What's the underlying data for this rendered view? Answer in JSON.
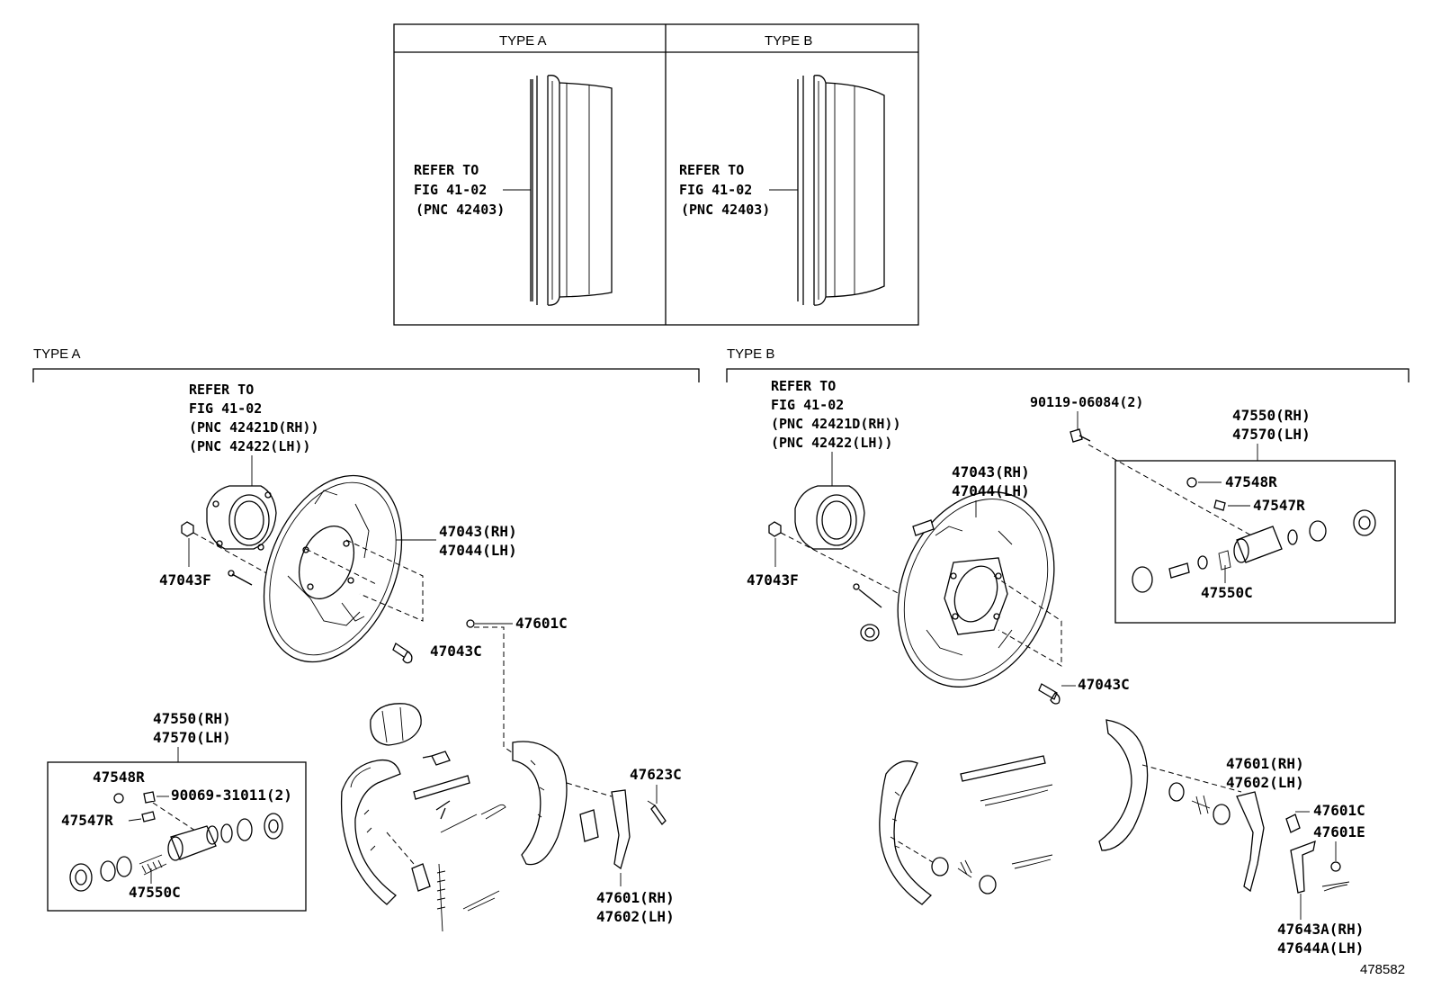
{
  "image_id": "478582",
  "top_panel": {
    "type_a": {
      "header": "TYPE A",
      "ref_lines": [
        "REFER TO",
        "FIG 41-02",
        "(PNC 42403)"
      ]
    },
    "type_b": {
      "header": "TYPE B",
      "ref_lines": [
        "REFER TO",
        "FIG 41-02",
        "(PNC 42403)"
      ]
    }
  },
  "type_a": {
    "header": "TYPE A",
    "ref_lines": [
      "REFER TO",
      "FIG 41-02",
      "(PNC 42421D(RH))",
      "(PNC 42422(LH))"
    ],
    "labels": {
      "backing_plate_rh": "47043(RH)",
      "backing_plate_lh": "47044(LH)",
      "bolt_f": "47043F",
      "bolt_c": "47043C",
      "c_clip": "47601C",
      "cyl_rh": "47550(RH)",
      "cyl_lh": "47570(LH)",
      "bleeder_cap": "47548R",
      "bleeder_plug": "47547R",
      "cyl_bolt": "90069-31011(2)",
      "cyl_kit": "47550C",
      "pin": "47623C",
      "lever_rh": "47601(RH)",
      "lever_lh": "47602(LH)"
    }
  },
  "type_b": {
    "header": "TYPE B",
    "ref_lines": [
      "REFER TO",
      "FIG 41-02",
      "(PNC 42421D(RH))",
      "(PNC 42422(LH))"
    ],
    "labels": {
      "bolt": "90119-06084(2)",
      "cyl_rh": "47550(RH)",
      "cyl_lh": "47570(LH)",
      "plate_rh": "47043(RH)",
      "plate_lh": "47044(LH)",
      "bleeder_cap": "47548R",
      "bleeder_plug": "47547R",
      "cyl_kit": "47550C",
      "bolt_f": "47043F",
      "bolt_c": "47043C",
      "lever_rh": "47601(RH)",
      "lever_lh": "47602(LH)",
      "c_clip": "47601C",
      "e_clip": "47601E",
      "adj_rh": "47643A(RH)",
      "adj_lh": "47644A(LH)"
    }
  }
}
